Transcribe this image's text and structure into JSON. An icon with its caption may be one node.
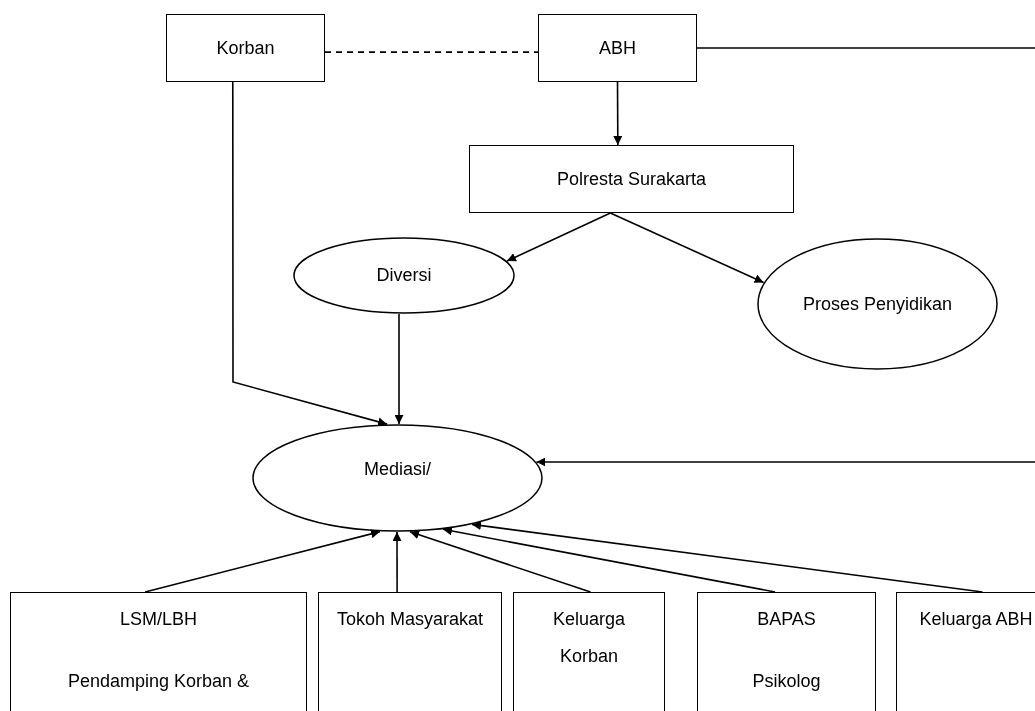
{
  "diagram": {
    "nodes": [
      {
        "text": [
          "Korban"
        ]
      },
      {
        "text": [
          "ABH"
        ]
      },
      {
        "text": [
          "Polresta Surakarta"
        ]
      },
      {
        "text": [
          "Diversi"
        ]
      },
      {
        "text": [
          "Proses Penyidikan"
        ]
      },
      {
        "text": [
          "Mediasi/"
        ]
      },
      {
        "text": [
          "LSM/LBH",
          "Pendamping Korban &"
        ]
      },
      {
        "text": [
          "Tokoh Masyarakat"
        ]
      },
      {
        "text": [
          "Keluarga Korban"
        ]
      },
      {
        "text": [
          "BAPAS",
          "Psikolog"
        ]
      },
      {
        "text": [
          "Keluarga ABH"
        ]
      }
    ],
    "edges": [
      {
        "from": 0,
        "to": 1,
        "arrow": "none",
        "style": "dashed"
      },
      {
        "from": 1,
        "to": 2,
        "arrow": "to"
      },
      {
        "from": 2,
        "to": 3,
        "arrow": "to"
      },
      {
        "from": 2,
        "to": 4,
        "arrow": "to"
      },
      {
        "from": 3,
        "to": 5,
        "arrow": "to"
      },
      {
        "from": 0,
        "to": 5,
        "arrow": "to"
      },
      {
        "from": 1,
        "to": null,
        "arrow": "none"
      },
      {
        "from": null,
        "to": 5,
        "arrow": "to"
      },
      {
        "from": 6,
        "to": 5,
        "arrow": "to"
      },
      {
        "from": 7,
        "to": 5,
        "arrow": "to"
      },
      {
        "from": 8,
        "to": 5,
        "arrow": "to"
      },
      {
        "from": 9,
        "to": 5,
        "arrow": "to"
      },
      {
        "from": 10,
        "to": 5,
        "arrow": "to"
      }
    ]
  }
}
